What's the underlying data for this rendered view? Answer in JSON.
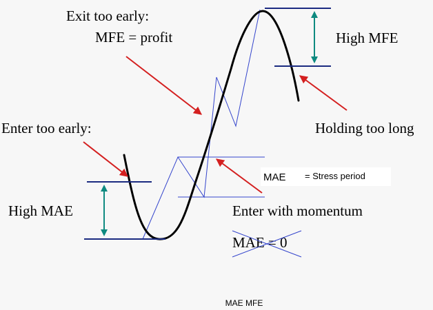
{
  "labels": {
    "exit_early_line1": "Exit too early:",
    "exit_early_line2": "MFE = profit",
    "high_mfe": "High MFE",
    "enter_early": "Enter too early:",
    "holding_long": "Holding too long",
    "high_mae": "High MAE",
    "mae_box_title": "MAE",
    "mae_box_note": "= Stress period",
    "enter_momentum": "Enter with momentum",
    "mae_zero": "MAE = 0",
    "caption": "MAE MFE"
  },
  "colors": {
    "background": "#f7f7f7",
    "price_curve": "#000000",
    "trade_path": "#3344cc",
    "level_line": "#1a2a80",
    "range_arrow": "#0e8a80",
    "pointer_arrow": "#d42020",
    "cross_out": "#3344cc"
  }
}
